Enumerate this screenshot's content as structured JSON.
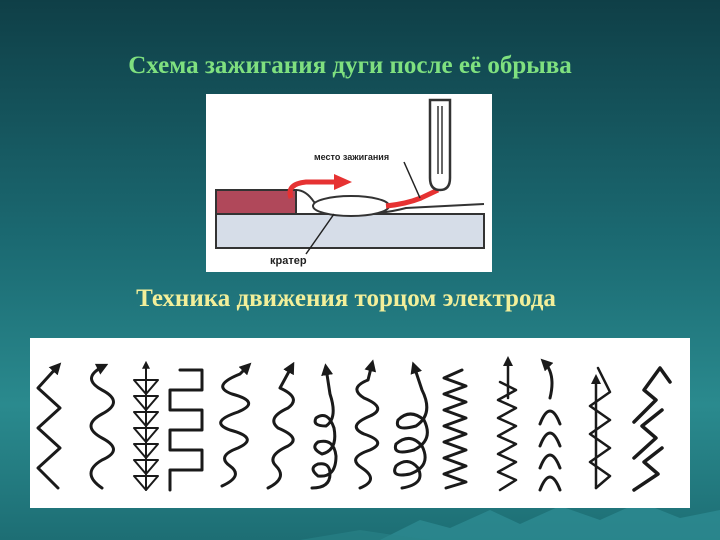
{
  "slide": {
    "title_top": "Схема зажигания дуги после её обрыва",
    "title_bottom": "Техника движения торцом электрода"
  },
  "arc_diagram": {
    "label_ignition": "место зажигания",
    "label_crater": "кратер"
  },
  "colors": {
    "title_top": "#7fe07f",
    "title_bottom": "#f2ef9a",
    "weld_bead": "#b0485a",
    "arc_arrow": "#e63232",
    "base_metal": "#d6dde8"
  }
}
